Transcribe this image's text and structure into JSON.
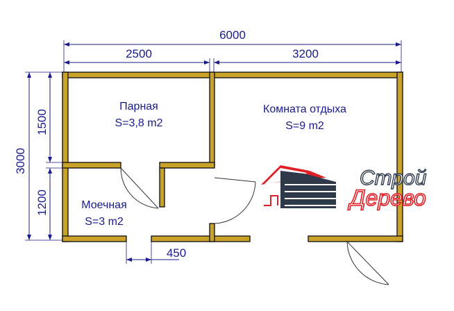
{
  "dimensions": {
    "total_width": "6000",
    "left_width": "2500",
    "right_width": "3200",
    "total_height": "3000",
    "upper_height": "1500",
    "lower_height": "1200",
    "door_width": "450"
  },
  "rooms": [
    {
      "name": "Парная",
      "area": "S=3,8 m2"
    },
    {
      "name": "Комната отдыха",
      "area": "S=9 m2"
    },
    {
      "name": "Моечная",
      "area": "S=3 m2"
    }
  ],
  "logo": {
    "text_top": "Строй",
    "text_bottom": "Дерево",
    "colors": {
      "red": "#e01f26",
      "dark": "#2e3a4a"
    }
  },
  "colors": {
    "wall": "#c9a227",
    "dimension": "#1a1a8c"
  }
}
